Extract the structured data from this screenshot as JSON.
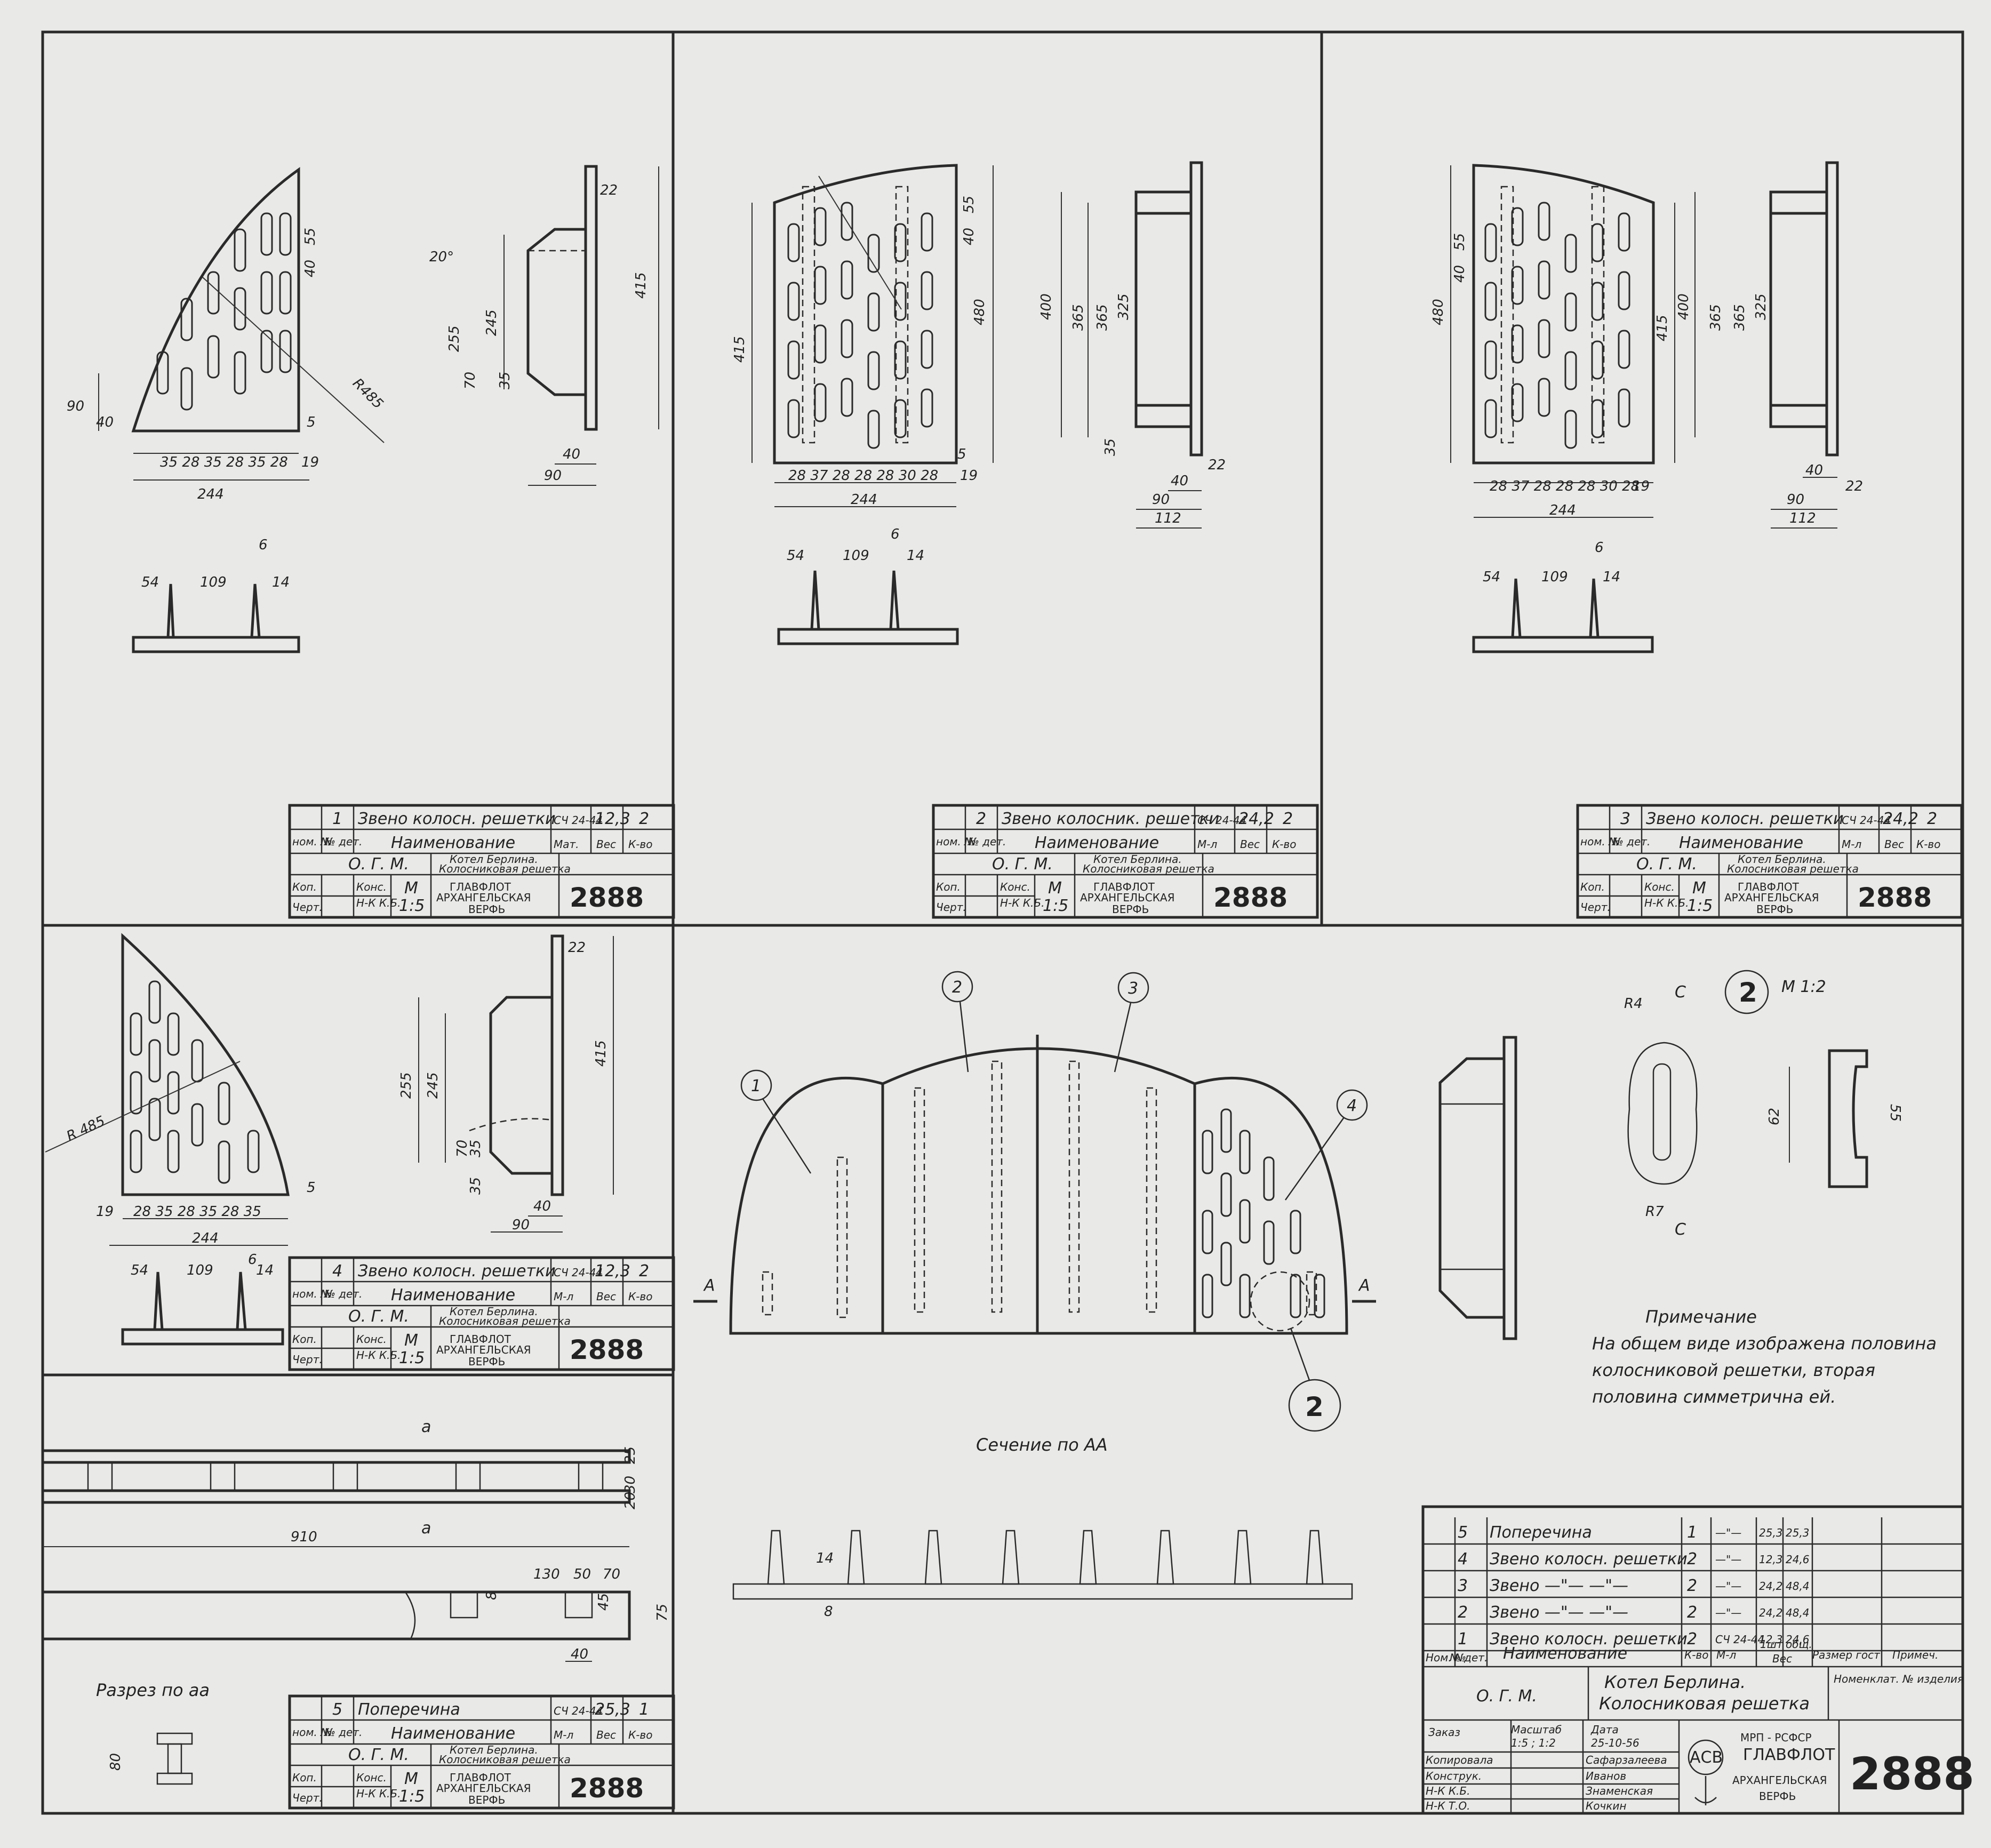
{
  "sheet": {
    "drawing_number": "2888",
    "org_short": "О. Г. М.",
    "org": "ГЛАВФЛОТ",
    "yard": "АРХАНГЕЛЬСКАЯ ВЕРФЬ",
    "ministry": "МРП - РСФСР",
    "logo_letters": "АСВ"
  },
  "parts": [
    {
      "pos": "1",
      "name": "Звено колосн. решетки",
      "mat": "СЧ 24-44",
      "weight": "12,3",
      "qty": "2",
      "scale": "1:5"
    },
    {
      "pos": "2",
      "name": "Звено колосник. решетки",
      "mat": "СЧ 24-44",
      "weight": "24,2",
      "qty": "2",
      "scale": "1:5"
    },
    {
      "pos": "3",
      "name": "Звено колосн. решетки",
      "mat": "СЧ 24-44",
      "weight": "24,2",
      "qty": "2",
      "scale": "1:5"
    },
    {
      "pos": "4",
      "name": "Звено колосн. решетки",
      "mat": "СЧ 24-44",
      "weight": "12,3",
      "qty": "2",
      "scale": "1:5"
    },
    {
      "pos": "5",
      "name": "Поперечина",
      "mat": "СЧ 24-44",
      "weight": "25,3",
      "qty": "1",
      "scale": "1:5"
    }
  ],
  "small_tb": {
    "h_nom": "ном. №",
    "h_det": "№ дет.",
    "h_name": "Наименование",
    "h_mat": "Мат.",
    "h_mat2": "М-л",
    "h_weight": "Вес",
    "h_qty": "К-во",
    "title1": "Котел Берлина.",
    "title2": "Колосниковая решетка",
    "kop": "Коп.",
    "chert": "Черт.",
    "kons": "Конс.",
    "nk": "Н-К К.Б.",
    "m": "М"
  },
  "main_tb": {
    "rows": [
      {
        "pos": "5",
        "name": "Поперечина",
        "qty": "1",
        "mat": "—\"—",
        "w1": "25,3",
        "w2": "25,3"
      },
      {
        "pos": "4",
        "name": "Звено колосн. решетки",
        "qty": "2",
        "mat": "—\"—",
        "w1": "12,3",
        "w2": "24,6"
      },
      {
        "pos": "3",
        "name": "Звено —\"— —\"—",
        "qty": "2",
        "mat": "—\"—",
        "w1": "24,2",
        "w2": "48,4"
      },
      {
        "pos": "2",
        "name": "Звено —\"— —\"—",
        "qty": "2",
        "mat": "—\"—",
        "w1": "24,2",
        "w2": "48,4"
      },
      {
        "pos": "1",
        "name": "Звено колосн. решетки",
        "qty": "2",
        "mat": "СЧ 24-44",
        "w1": "12,3",
        "w2": "24,6"
      }
    ],
    "h_nom": "Ном. №",
    "h_det": "№ дет.",
    "h_name": "Наименование",
    "h_qty": "К-во",
    "h_mat": "М-л",
    "h_piece": "1шт",
    "h_total": "общ.",
    "h_weight": "Вес",
    "h_size": "Размер гост",
    "h_note": "Примеч.",
    "nomen": "Номенклат. № изделия",
    "title1": "Котел Берлина.",
    "title2": "Колосниковая решетка",
    "order": "Заказ",
    "scale_h": "Масштаб",
    "scale": "1:5 ; 1:2",
    "date_h": "Дата",
    "date": "25-10-56",
    "copied": "Копировала",
    "designer": "Конструк.",
    "nkkb": "Н-К К.Б.",
    "nkto": "Н-К Т.О.",
    "n1": "Сафарзалеева",
    "n2": "Иванов",
    "n3": "Знаменская",
    "n4": "Кочкин"
  },
  "labels": {
    "section_aa": "Сечение по АА",
    "cut_aa": "Разрез по аа",
    "detail": "2",
    "detail_scale": "М 1:2",
    "note_title": "Примечание",
    "note_1": "На общем виде изображена половина",
    "note_2": "колосниковой решетки, вторая",
    "note_3": "половина симметрична ей.",
    "mark_A": "А",
    "mark_a": "а",
    "mark_C": "С"
  },
  "dims": {
    "w244": "244",
    "d415": "415",
    "d480": "480",
    "d400": "400",
    "d365": "365",
    "d325": "325",
    "d255": "255",
    "d245": "245",
    "d22": "22",
    "d40": "40",
    "d90": "90",
    "d112": "112",
    "d70": "70",
    "d35": "35",
    "d55": "55",
    "d5": "5",
    "d19": "19",
    "d20deg": "20°",
    "r485": "R485",
    "rr485": "R 485",
    "d54": "54",
    "d109": "109",
    "d14": "14",
    "d6": "6",
    "d910": "910",
    "d130": "130",
    "d50": "50",
    "d75": "75",
    "d45": "45",
    "d8": "8",
    "d80": "80",
    "d62": "62",
    "r4": "R4",
    "r7": "R7",
    "d25": "25",
    "d20": "20",
    "d30": "30",
    "d28": "28",
    "d37": "37",
    "chain1": "35 28 35 28 35 28",
    "chain2": "28 37 28 28 28 30 28",
    "chain4": "28 35 28 35 28 35"
  }
}
